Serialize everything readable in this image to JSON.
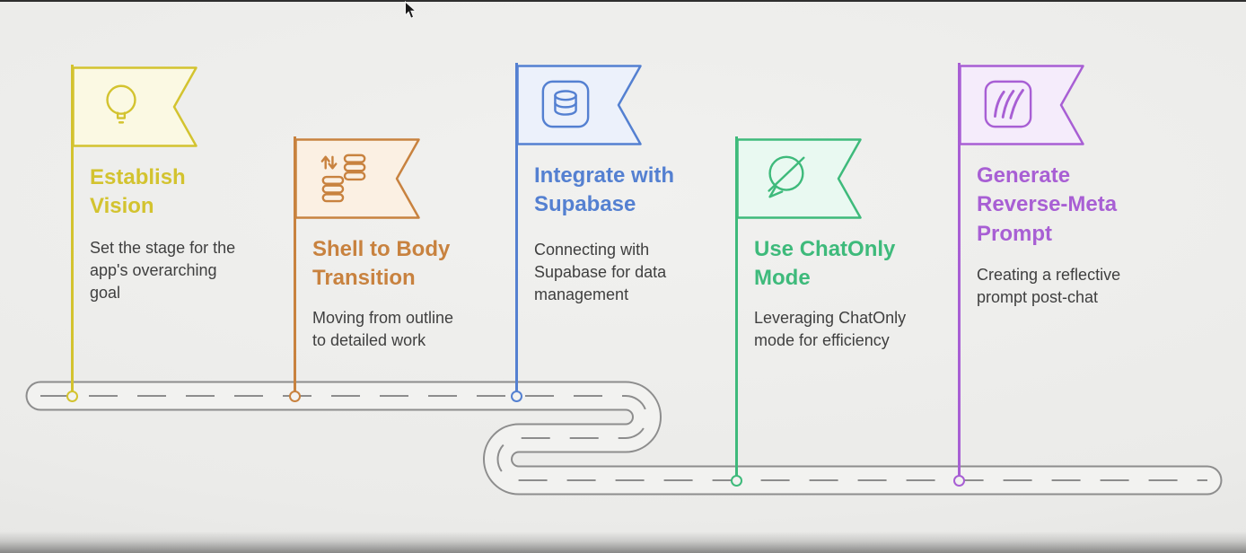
{
  "page": {
    "background": "#ececea",
    "type": "roadmap-infographic"
  },
  "road": {
    "edge_color": "#8d8d8d",
    "surface_color": "#f2f2f0",
    "centerline_color": "#8d8d8d"
  },
  "text_color": "#3f3f3f",
  "milestones": [
    {
      "id": "establish-vision",
      "title": "Establish\nVision",
      "description": "Set the stage for the\napp's overarching\ngoal",
      "color": "#d3c32f",
      "flag_fill": "#fbf9e3",
      "icon": "lightbulb-icon"
    },
    {
      "id": "shell-to-body-transition",
      "title": "Shell to Body\nTransition",
      "description": "Moving from outline\nto detailed work",
      "color": "#c8823f",
      "flag_fill": "#fbf0e3",
      "icon": "data-transfer-icon"
    },
    {
      "id": "integrate-with-supabase",
      "title": "Integrate with\nSupabase",
      "description": "Connecting with\nSupabase for data\nmanagement",
      "color": "#5480d1",
      "flag_fill": "#ecf1fb",
      "icon": "database-icon"
    },
    {
      "id": "use-chatonly-mode",
      "title": "Use ChatOnly\nMode",
      "description": "Leveraging ChatOnly\nmode for efficiency",
      "color": "#3eba7b",
      "flag_fill": "#e9f9f1",
      "icon": "chat-disabled-icon"
    },
    {
      "id": "generate-reverse-meta-prompt",
      "title": "Generate\nReverse-Meta\nPrompt",
      "description": "Creating a reflective\nprompt post-chat",
      "color": "#a85fd4",
      "flag_fill": "#f5ecfb",
      "icon": "whiteboard-icon"
    }
  ]
}
